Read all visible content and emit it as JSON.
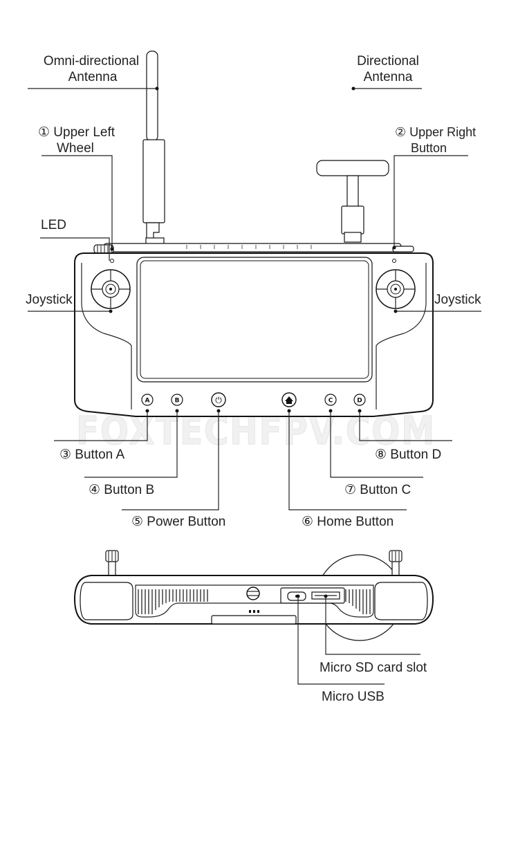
{
  "watermark": "FOXTECHFPV.COM",
  "labels": {
    "omni_antenna_1": "Omni-directional",
    "omni_antenna_2": "Antenna",
    "directional_antenna_1": "Directional",
    "directional_antenna_2": "Antenna",
    "upper_left_wheel_1": "① Upper Left",
    "upper_left_wheel_2": "Wheel",
    "upper_right_button_1": "② Upper Right",
    "upper_right_button_2": "Button",
    "led": "LED",
    "joystick_left": "Joystick",
    "joystick_right": "Joystick",
    "button_a": "③ Button A",
    "button_b": "④ Button B",
    "power_button": "⑤ Power Button",
    "home_button": "⑥ Home Button",
    "button_c": "⑦ Button C",
    "button_d": "⑧ Button D",
    "micro_sd": "Micro SD card slot",
    "micro_usb": "Micro USB"
  },
  "button_glyphs": {
    "a": "A",
    "b": "B",
    "c": "C",
    "d": "D",
    "power": "⏻",
    "home": "⌂"
  }
}
